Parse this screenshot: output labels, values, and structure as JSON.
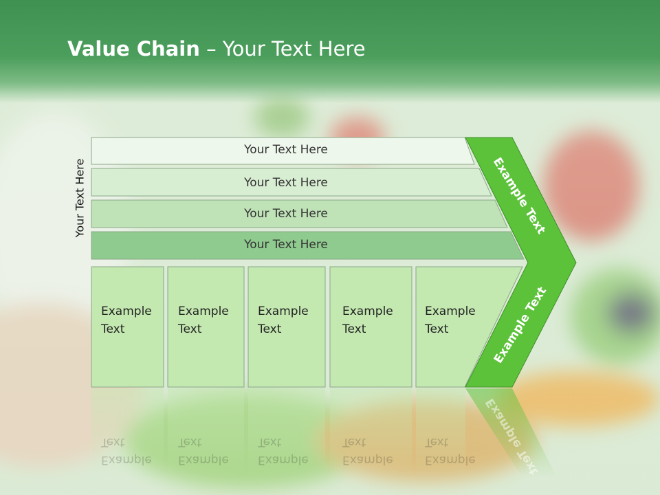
{
  "title": {
    "bold": "Value Chain",
    "rest": " – Your Text Here"
  },
  "side_label": "Your Text Here",
  "rows": [
    "Your Text Here",
    "Your Text Here",
    "Your Text Here",
    "Your Text Here"
  ],
  "cells": [
    {
      "line1": "Example",
      "line2": "Text"
    },
    {
      "line1": "Example",
      "line2": "Text"
    },
    {
      "line1": "Example",
      "line2": "Text"
    },
    {
      "line1": "Example",
      "line2": "Text"
    },
    {
      "line1": "Example",
      "line2": "Text"
    }
  ],
  "chevron": {
    "upper": "Example Text",
    "lower": "Example Text"
  },
  "colors": {
    "header": "#4b9e5c",
    "chevron": "#5cc23a",
    "cell": "#c3e8b0"
  }
}
